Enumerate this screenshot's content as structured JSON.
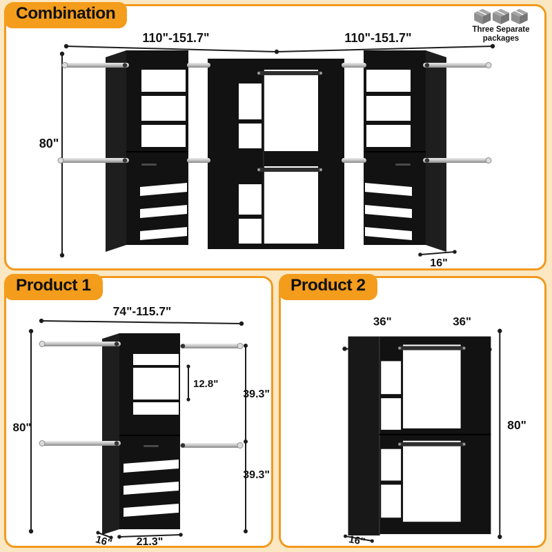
{
  "theme": {
    "background": "#FBE7C2",
    "accent_orange": "#F49C1C",
    "panel_border": "#F2991D",
    "furniture_black": "#121212",
    "rod_silver": "#C9C9C9",
    "text_black": "#111111",
    "package_gray": "#9B9B9B"
  },
  "combination": {
    "label": "Combination",
    "packages_note_line1": "Three Separate",
    "packages_note_line2": "packages",
    "dims": {
      "width_left": "110\"-151.7\"",
      "width_right": "110\"-151.7\"",
      "height": "80\"",
      "depth": "16\""
    }
  },
  "product1": {
    "label": "Product 1",
    "dims": {
      "width": "74\"-115.7\"",
      "height": "80\"",
      "shelf_gap": "12.8\"",
      "upper_section": "39.3\"",
      "lower_section": "39.3\"",
      "depth": "16\"",
      "base_width": "21.3\""
    }
  },
  "product2": {
    "label": "Product 2",
    "dims": {
      "width_left": "36\"",
      "width_right": "36\"",
      "height": "80\"",
      "depth": "16\""
    }
  }
}
